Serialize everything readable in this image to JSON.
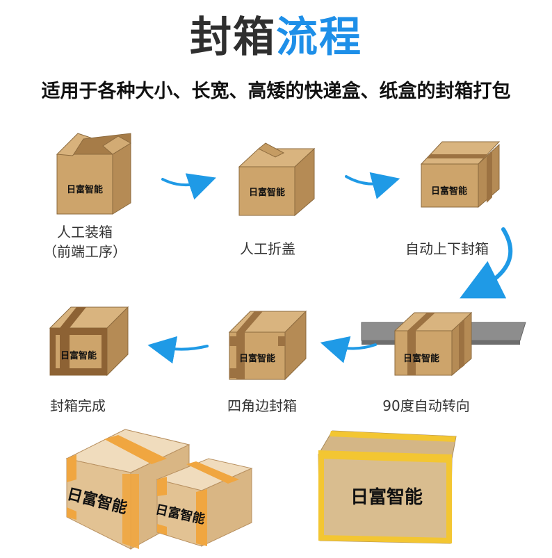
{
  "header": {
    "title_part1": "封箱",
    "title_part2": "流程",
    "subtitle": "适用于各种大小、长宽、高矮的快递盒、纸盒的封箱打包"
  },
  "brand": {
    "box_label": "日富智能"
  },
  "steps": [
    {
      "line1": "人工装箱",
      "line2": "（前端工序）"
    },
    {
      "line1": "人工折盖"
    },
    {
      "line1": "自动上下封箱"
    },
    {
      "line1": "90度自动转向"
    },
    {
      "line1": "四角边封箱"
    },
    {
      "line1": "封箱完成"
    }
  ],
  "colors": {
    "title_dark": "#2f2f2f",
    "title_accent": "#1e8fe8",
    "arrow": "#1f9ae6",
    "cardboard": "#c9a26a",
    "tape": "#a07644",
    "corner_tape": "#f0a640"
  }
}
